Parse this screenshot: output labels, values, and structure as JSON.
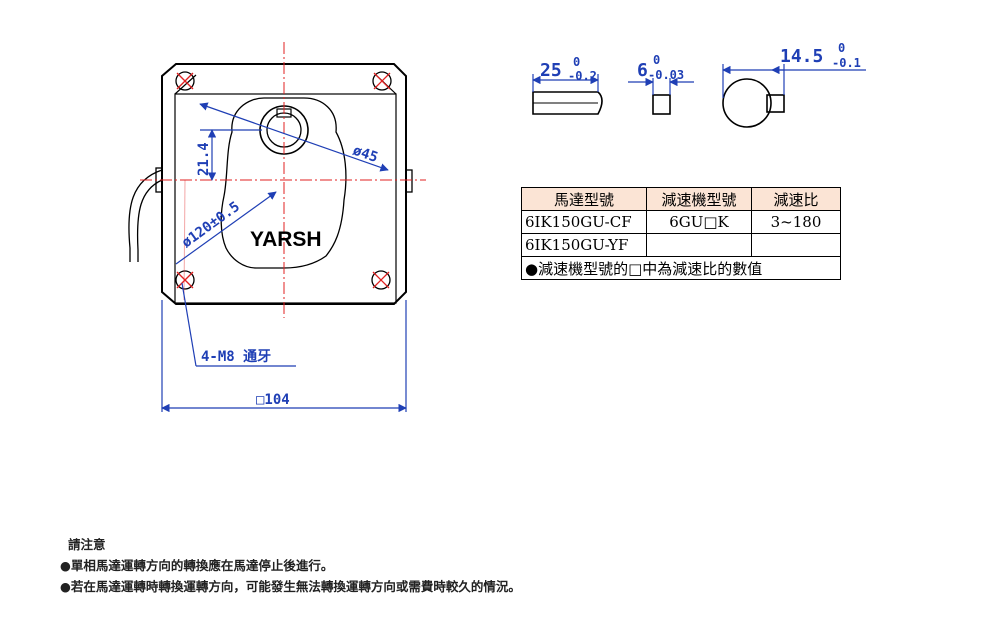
{
  "drawing": {
    "brand": "YARSH",
    "dim_21_4": "21.4",
    "dim_phi45": "ø45",
    "dim_phi120": "ø120±0.5",
    "dim_thread": "4-M8 通牙",
    "dim_square": "□104",
    "shaft_len_main": "25",
    "shaft_len_upper": "0",
    "shaft_len_lower": "-0.2",
    "key_w_main": "6",
    "key_w_upper": "0",
    "key_w_lower": "-0.03",
    "key_h_main": "14.5",
    "key_h_upper": "0",
    "key_h_lower": "-0.1"
  },
  "table": {
    "headers": [
      "馬達型號",
      "減速機型號",
      "減速比"
    ],
    "rows": [
      [
        "6IK150GU-CF",
        "6GU□K",
        "3~180"
      ],
      [
        "6IK150GU-YF",
        "",
        ""
      ]
    ],
    "note": "●減速機型號的□中為減速比的數值"
  },
  "notes": {
    "title": "請注意",
    "items": [
      "●單相馬達運轉方向的轉換應在馬達停止後進行。",
      "●若在馬達運轉時轉換運轉方向，可能發生無法轉換運轉方向或需費時較久的情況。"
    ]
  },
  "colors": {
    "outline": "#000000",
    "centerline": "#e02020",
    "dimension": "#1f3fb5",
    "table_header": "#fbe4d5"
  }
}
